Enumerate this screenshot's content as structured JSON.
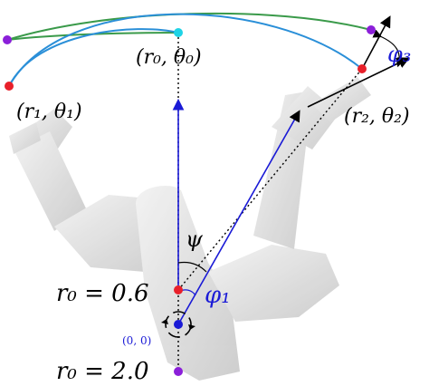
{
  "labels": {
    "r0_theta0": "(r₀, θ₀)",
    "r1_theta1": "(r₁, θ₁)",
    "r2_theta2": "(r₂, θ₂)",
    "phi3": "φ₃",
    "psi": "ψ",
    "phi1": "φ₁",
    "r0_06": "r₀ = 0.6",
    "origin": "(0, 0)",
    "r0_20": "r₀ = 2.0"
  },
  "colors": {
    "blue": "#1a1ad6",
    "red": "#e8202a",
    "purple": "#8b1fd9",
    "cyan": "#1ed3e6",
    "green_curve": "#3a9a4a",
    "blue_curve": "#2a8fd8",
    "black": "#000000"
  }
}
